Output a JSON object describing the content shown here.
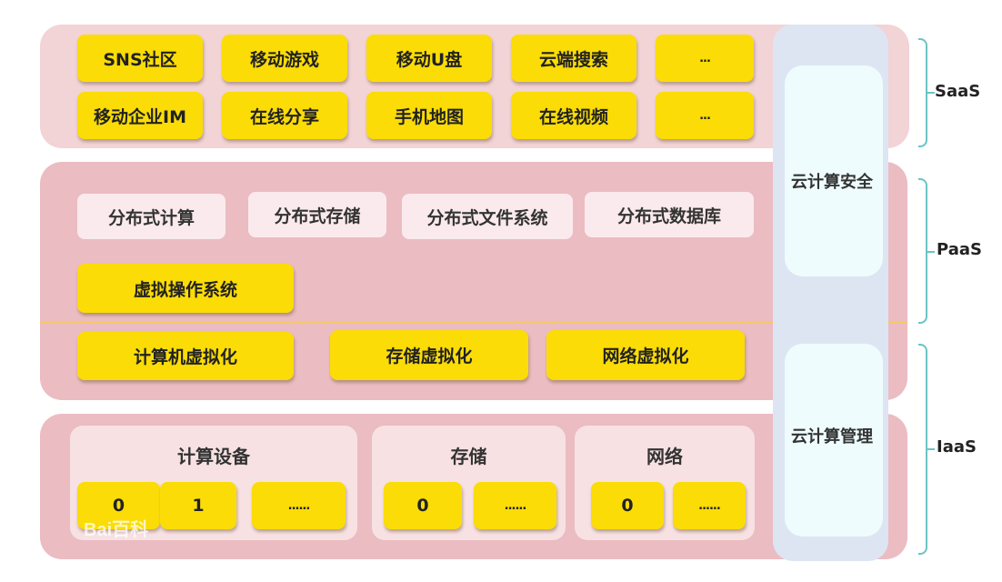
{
  "colors": {
    "saas_band": "#f2d3d6",
    "paas_iaas_band": "#ebbcc1",
    "yellow_box": "#fbdc06",
    "light_box": "#faeaed",
    "divider": "#f6c86a",
    "side_column": "#dde5f3",
    "side_panel": "#eefcfd",
    "bracket": "#6cc3c4"
  },
  "saas": {
    "row1": [
      "SNS社区",
      "移动游戏",
      "移动U盘",
      "云端搜索",
      "..."
    ],
    "row2": [
      "移动企业IM",
      "在线分享",
      "手机地图",
      "在线视频",
      "..."
    ]
  },
  "paas": {
    "distributed": [
      "分布式计算",
      "分布式存储",
      "分布式文件系统",
      "分布式数据库"
    ],
    "virtual_os": "虚拟操作系统",
    "virtualization": [
      "计算机虚拟化",
      "存储虚拟化",
      "网络虚拟化"
    ]
  },
  "iaas": {
    "groups": [
      {
        "title": "计算设备",
        "items": [
          "0",
          "1",
          "......"
        ]
      },
      {
        "title": "存储",
        "items": [
          "0",
          "......"
        ]
      },
      {
        "title": "网络",
        "items": [
          "0",
          "......"
        ]
      }
    ]
  },
  "side": {
    "security": "云计算安全",
    "management": "云计算管理"
  },
  "layers": {
    "saas": "SaaS",
    "paas": "PaaS",
    "iaas": "IaaS"
  },
  "watermark": "Bai百科"
}
